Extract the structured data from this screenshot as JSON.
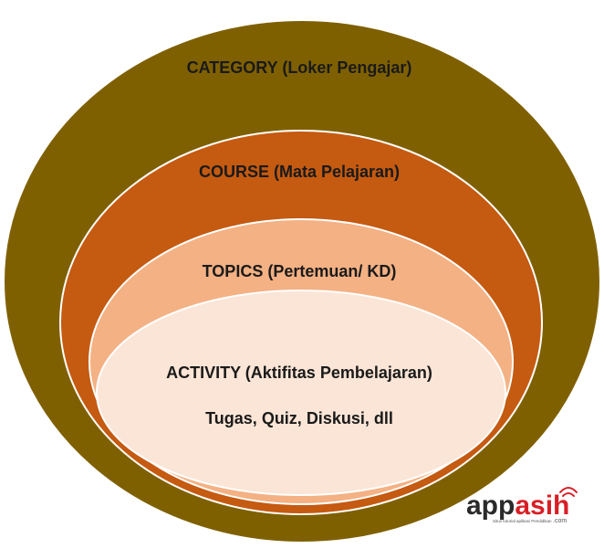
{
  "levels": [
    {
      "label": "CATEGORY (Loker Pengajar)",
      "color": "#7f6000"
    },
    {
      "label": "COURSE (Mata Pelajaran)",
      "color": "#c55a11"
    },
    {
      "label": "TOPICS (Pertemuan/ KD)",
      "color": "#f4b183"
    },
    {
      "label": "ACTIVITY (Aktifitas Pembelajaran)",
      "sublabel": "Tugas, Quiz, Diskusi, dll",
      "color": "#fbe5d6"
    }
  ],
  "logo": {
    "name_dark": "app",
    "name_red": "asih",
    "tagline": "Situs tutorial aplikasi Pendidikan",
    "domain": ".com"
  }
}
